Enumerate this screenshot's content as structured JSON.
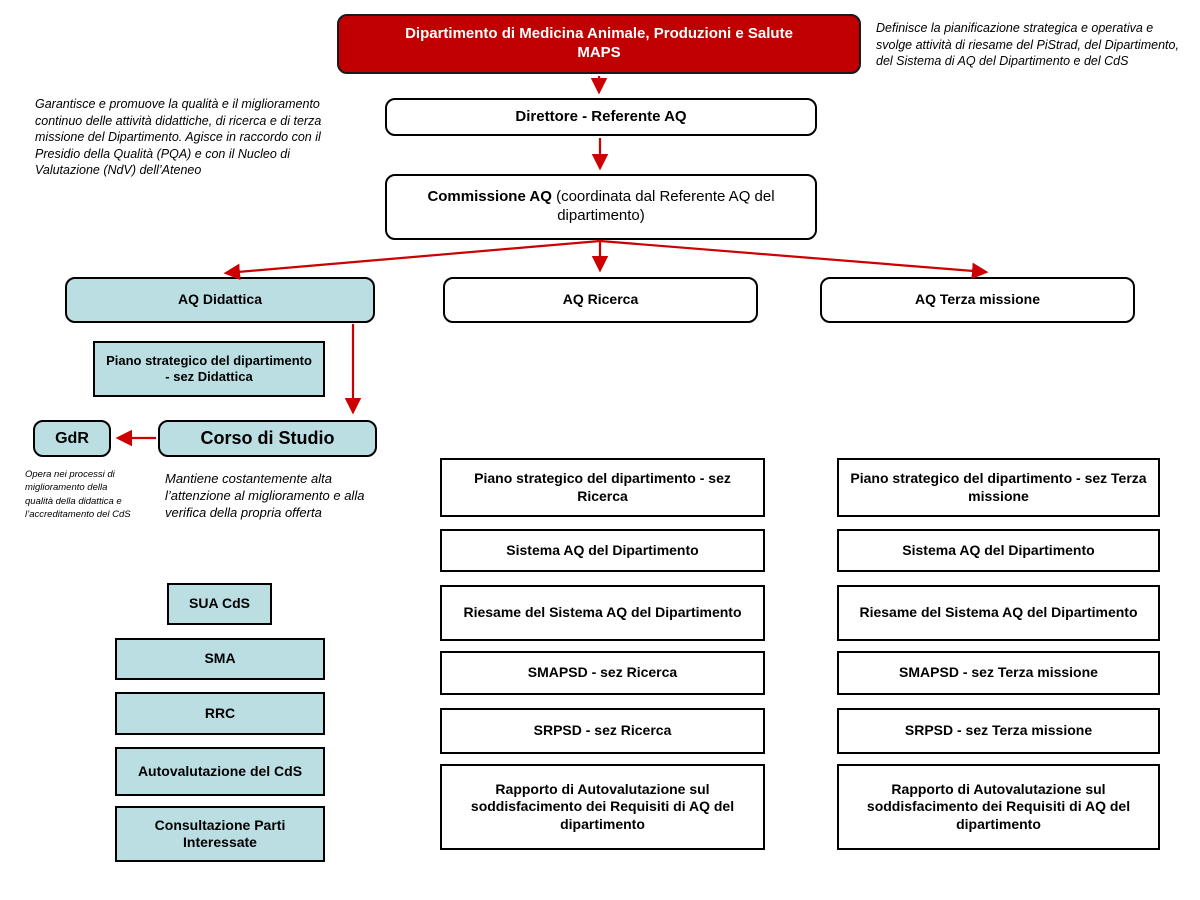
{
  "colors": {
    "brand_red": "#c00000",
    "arrow_red": "#cc0000",
    "light_blue": "#bbdee2",
    "border": "#000000"
  },
  "root_box": {
    "line1": "Dipartimento di Medicina Animale, Produzioni e Salute",
    "line2": "MAPS"
  },
  "nodes": {
    "direttore": "Direttore - Referente AQ",
    "commissione_bold": "Commissione AQ",
    "commissione_rest": " (coordinata dal Referente AQ del dipartimento)",
    "aq_didattica": "AQ Didattica",
    "aq_ricerca": "AQ Ricerca",
    "aq_terza": "AQ Terza missione",
    "piano_didattica": "Piano strategico del dipartimento - sez Didattica",
    "gdr": "GdR",
    "corso_di_studio": "Corso di Studio"
  },
  "annotations": {
    "director_note": "Definisce la pianificazione strategica e operativa e svolge attività di riesame del PiStrad, del Dipartimento, del Sistema di AQ del Dipartimento e del CdS",
    "commission_note": "Garantisce e promuove la qualità e il miglioramento continuo delle attività didattiche, di ricerca e di terza missione del Dipartimento. Agisce in raccordo con il Presidio della Qualità (PQA) e con il Nucleo di Valutazione (NdV) dell’Ateneo",
    "gdr_note": "Opera nei processi di miglioramento della qualità della didattica e l’accreditamento del CdS",
    "cds_note": "Mantiene costantemente alta l’attenzione al miglioramento e alla verifica della propria offerta"
  },
  "didattica_docs": [
    "SUA CdS",
    "SMA",
    "RRC",
    "Autovalutazione del CdS",
    "Consultazione Parti Interessate"
  ],
  "ricerca_docs": [
    "Piano strategico del dipartimento - sez Ricerca",
    "Sistema AQ del Dipartimento",
    "Riesame del Sistema AQ del Dipartimento",
    "SMAPSD - sez Ricerca",
    "SRPSD - sez Ricerca",
    "Rapporto di Autovalutazione sul soddisfacimento dei Requisiti di AQ del dipartimento"
  ],
  "terza_docs": [
    "Piano strategico del dipartimento - sez Terza missione",
    "Sistema AQ del Dipartimento",
    "Riesame del Sistema AQ del Dipartimento",
    "SMAPSD - sez Terza missione",
    "SRPSD - sez Terza missione",
    "Rapporto di Autovalutazione sul soddisfacimento dei Requisiti di AQ del dipartimento"
  ]
}
